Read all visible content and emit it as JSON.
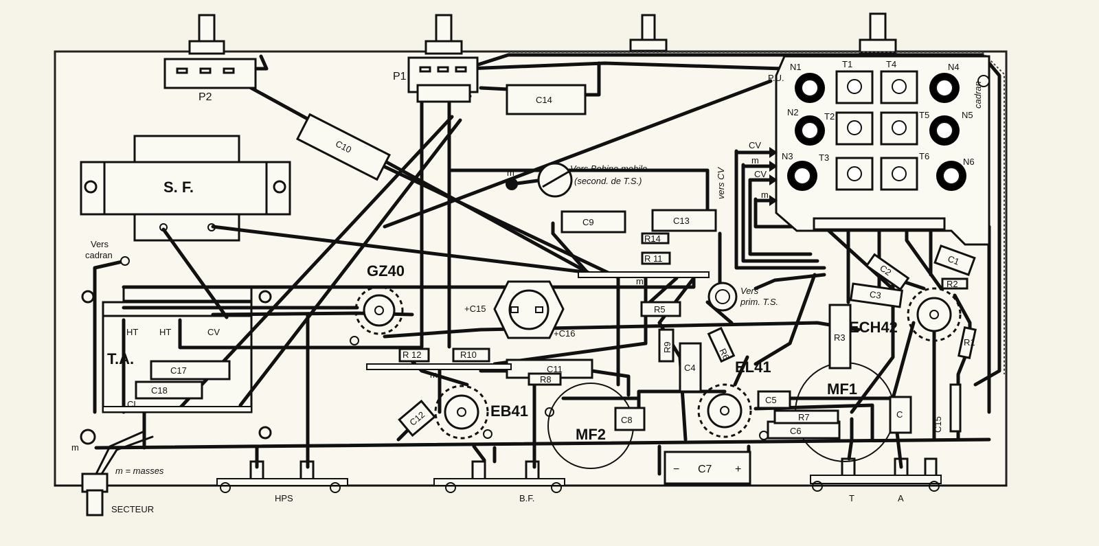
{
  "tubes": {
    "gz40": "GZ40",
    "eb41": "EB41",
    "el41": "EL41",
    "ech42": "ECH42"
  },
  "transformers": {
    "sf": "S. F.",
    "ta": "T.A.",
    "mf1": "MF1",
    "mf2": "MF2"
  },
  "pots": {
    "p1": "P1",
    "p2": "P2"
  },
  "capacitors": {
    "c1": "C1",
    "c2": "C2",
    "c3": "C3",
    "c4": "C4",
    "c5": "C5",
    "c6": "C6",
    "c7": "C7",
    "c8": "C8",
    "c9": "C9",
    "c10": "C10",
    "c11": "C11",
    "c12": "C12",
    "c13": "C13",
    "c14": "C14",
    "c15": "C15",
    "c17": "C17",
    "c18": "C18",
    "c": "C",
    "cl": "CL",
    "c15_elec": "+C15",
    "c16_elec": "+C16"
  },
  "resistors": {
    "r1": "R1",
    "r2": "R2",
    "r3": "R3",
    "r5": "R5",
    "r6": "R6",
    "r7": "R7",
    "r8": "R8",
    "r9": "R9",
    "r10": "R10",
    "r11": "R 11",
    "r12": "R 12",
    "r14": "R14"
  },
  "coil_block": {
    "n1": "N1",
    "n2": "N2",
    "n3": "N3",
    "n4": "N4",
    "n5": "N5",
    "n6": "N6",
    "t1": "T1",
    "t2": "T2",
    "t3": "T3",
    "t4": "T4",
    "t5": "T5",
    "t6": "T6"
  },
  "terminals": {
    "ht1": "HT",
    "ht2": "HT",
    "cv": "CV",
    "pu": "P.U.",
    "hps": "HPS",
    "bf": "B.F.",
    "t": "T",
    "a": "A",
    "secteur": "SECTEUR",
    "m": "m",
    "minus": "−",
    "plus": "+",
    "ground1": "m",
    "ground2": "m",
    "ground3": "m"
  },
  "arrows": {
    "cv1": "CV",
    "m1": "m",
    "cv2": "CV",
    "m2": "m"
  },
  "annotations": {
    "vers_bobine_1": "Vers Bobine mobile",
    "vers_bobine_2": "(second. de T.S.)",
    "vers_cadran_1": "Vers",
    "vers_cadran_2": "cadran",
    "vers_cv": "vers CV",
    "vers_prim_1": "Vers",
    "vers_prim_2": "prim. T.S.",
    "cadran": "cadran",
    "masses_legend": "m = masses"
  }
}
